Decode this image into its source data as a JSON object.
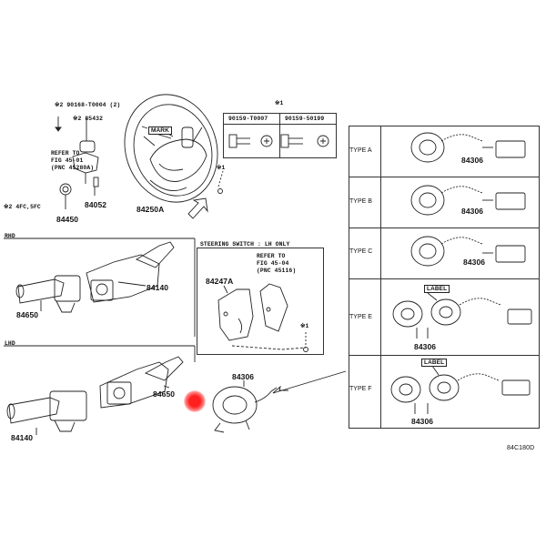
{
  "top_left": {
    "note_90168": "※2 90168-T0004 (2)",
    "part_85432": "※2 85432",
    "refer_45": [
      "REFER TO",
      "FIG 45-01",
      "(PNC 45280A)"
    ],
    "part_84052": "84052",
    "part_84450": "84450",
    "note_4fc": "※2 4FC,5FC"
  },
  "wheel": {
    "mark": "MARK",
    "part": "84250A",
    "note_bolt": "※1"
  },
  "bolts": {
    "header_note": "※1",
    "bolt1": "90159-T0007",
    "bolt2": "90159-50199"
  },
  "rhd": {
    "title": "RHD",
    "part_84140": "84140",
    "part_84650": "84650"
  },
  "lhd": {
    "title": "LHD",
    "part_84650": "84650",
    "part_84140": "84140"
  },
  "steering_switch": {
    "title": "STEERING SWITCH : LH ONLY",
    "part": "84247A",
    "refer": [
      "REFER TO",
      "FIG 45-04",
      "(PNC 45116)"
    ],
    "note": "※1"
  },
  "spiral": {
    "part": "84306"
  },
  "types": [
    {
      "label": "TYPE A",
      "part": "84306"
    },
    {
      "label": "TYPE B",
      "part": "84306"
    },
    {
      "label": "TYPE C",
      "part": "84306"
    },
    {
      "label": "TYPE E",
      "part": "84306",
      "tag": "LABEL"
    },
    {
      "label": "TYPE F",
      "part": "84306",
      "tag": "LABEL"
    }
  ],
  "figure_code": "84C180D",
  "colors": {
    "marker": "#ff1f1f",
    "line": "#222222"
  }
}
